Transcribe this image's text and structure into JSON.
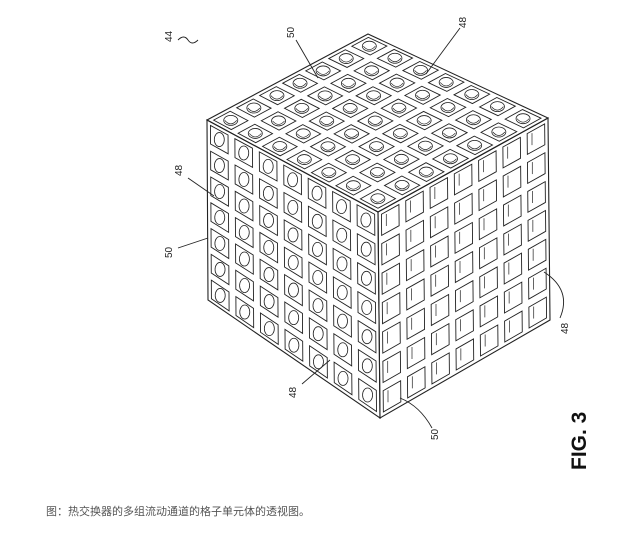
{
  "labels": {
    "ref_44": "44",
    "ref_50_top": "50",
    "ref_48_top": "48",
    "ref_48_left": "48",
    "ref_50_left": "50",
    "ref_48_right": "48",
    "ref_48_bottom": "48",
    "ref_50_bottom": "50"
  },
  "figure_label": "FIG. 3",
  "caption": "图：热交换器的多组流动通道的格子单元体的透视图。",
  "lattice": {
    "rows": 7,
    "cols": 7,
    "layers": 7
  },
  "colors": {
    "line": "#222222",
    "background": "#ffffff",
    "caption": "#555555"
  }
}
